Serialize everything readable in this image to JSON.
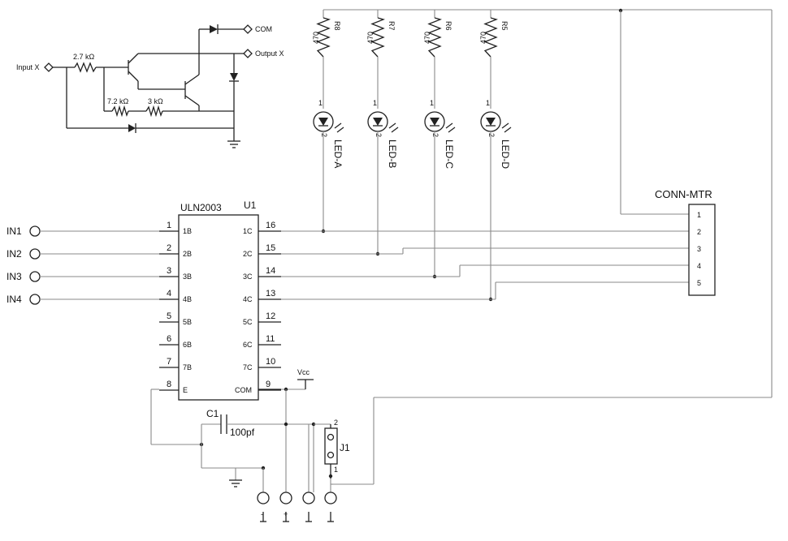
{
  "detail": {
    "input": "Input X",
    "com": "COM",
    "output": "Output X",
    "r1": "2.7 kΩ",
    "r2": "7.2 kΩ",
    "r3": "3 kΩ"
  },
  "ic": {
    "part": "ULN2003",
    "ref": "U1",
    "left_pins": [
      {
        "num": "1",
        "name": "1B"
      },
      {
        "num": "2",
        "name": "2B"
      },
      {
        "num": "3",
        "name": "3B"
      },
      {
        "num": "4",
        "name": "4B"
      },
      {
        "num": "5",
        "name": "5B"
      },
      {
        "num": "6",
        "name": "6B"
      },
      {
        "num": "7",
        "name": "7B"
      },
      {
        "num": "8",
        "name": "E"
      }
    ],
    "right_pins": [
      {
        "num": "16",
        "name": "1C"
      },
      {
        "num": "15",
        "name": "2C"
      },
      {
        "num": "14",
        "name": "3C"
      },
      {
        "num": "13",
        "name": "4C"
      },
      {
        "num": "12",
        "name": "5C"
      },
      {
        "num": "11",
        "name": "6C"
      },
      {
        "num": "10",
        "name": "7C"
      },
      {
        "num": "9",
        "name": "COM"
      }
    ]
  },
  "inputs": [
    "IN1",
    "IN2",
    "IN3",
    "IN4"
  ],
  "resistors": [
    {
      "ref": "R8",
      "value": "470"
    },
    {
      "ref": "R7",
      "value": "470"
    },
    {
      "ref": "R6",
      "value": "470"
    },
    {
      "ref": "R5",
      "value": "470"
    }
  ],
  "leds": [
    {
      "ref": "LED-A",
      "pin1": "1",
      "pin2": "2"
    },
    {
      "ref": "LED-B",
      "pin1": "1",
      "pin2": "2"
    },
    {
      "ref": "LED-C",
      "pin1": "1",
      "pin2": "2"
    },
    {
      "ref": "LED-D",
      "pin1": "1",
      "pin2": "2"
    }
  ],
  "connector": {
    "ref": "CONN-MTR",
    "pins": [
      "1",
      "2",
      "3",
      "4",
      "5"
    ]
  },
  "vcc": "Vcc",
  "capacitor": {
    "ref": "C1",
    "value": "100pf"
  },
  "jumper": {
    "ref": "J1",
    "pin_top": "2",
    "pin_bottom": "1"
  },
  "terminals": [
    "-",
    "+",
    "",
    ""
  ]
}
